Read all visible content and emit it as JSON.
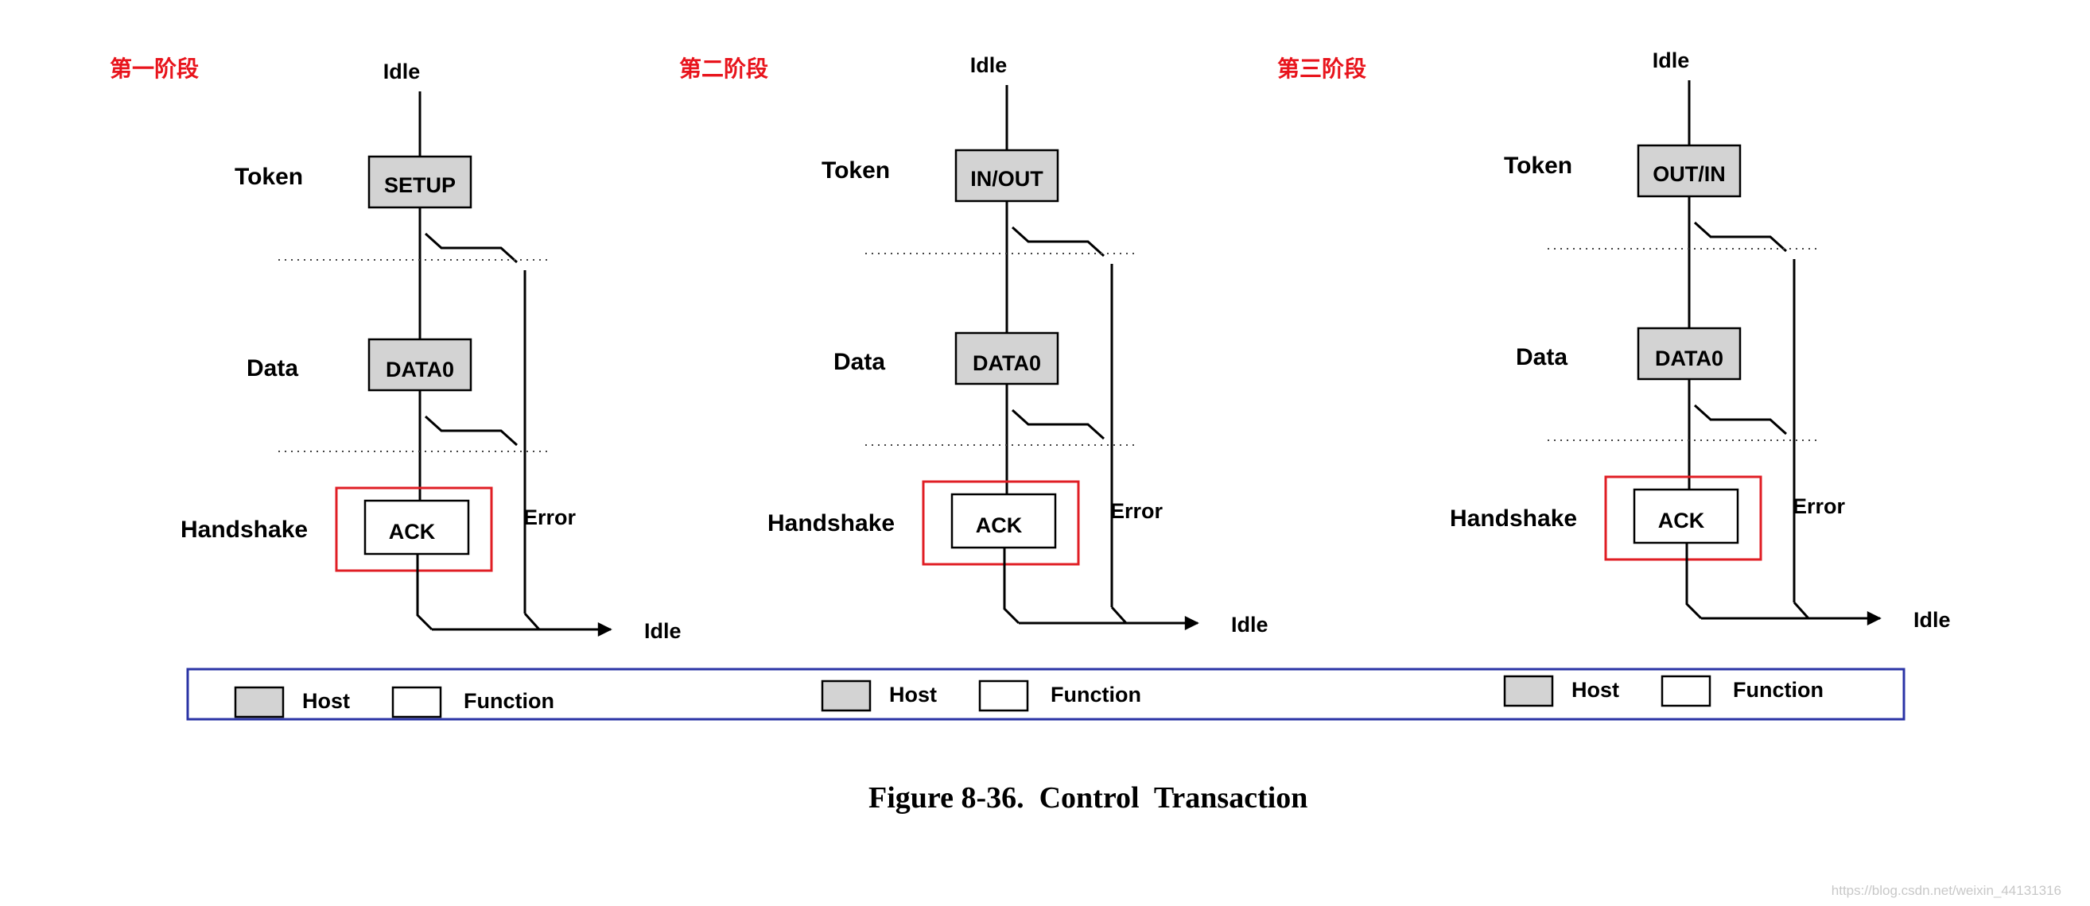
{
  "stages": [
    {
      "stage_label": "第一阶段",
      "token_packet": "SETUP",
      "data_packet": "DATA0",
      "handshake_packet": "ACK"
    },
    {
      "stage_label": "第二阶段",
      "token_packet": "IN/OUT",
      "data_packet": "DATA0",
      "handshake_packet": "ACK"
    },
    {
      "stage_label": "第三阶段",
      "token_packet": "OUT/IN",
      "data_packet": "DATA0",
      "handshake_packet": "ACK"
    }
  ],
  "labels": {
    "idle": "Idle",
    "token": "Token",
    "data": "Data",
    "handshake": "Handshake",
    "error": "Error"
  },
  "legend": {
    "host": "Host",
    "function": "Function"
  },
  "colors": {
    "host_fill": "#d3d3d3",
    "function_fill": "#ffffff",
    "stage_label": "#e8141c",
    "highlight_frame": "#e01e24",
    "legend_frame": "#2b34a6"
  },
  "caption": "Figure 8-36.  Control  Transaction",
  "watermark": "https://blog.csdn.net/weixin_44131316"
}
